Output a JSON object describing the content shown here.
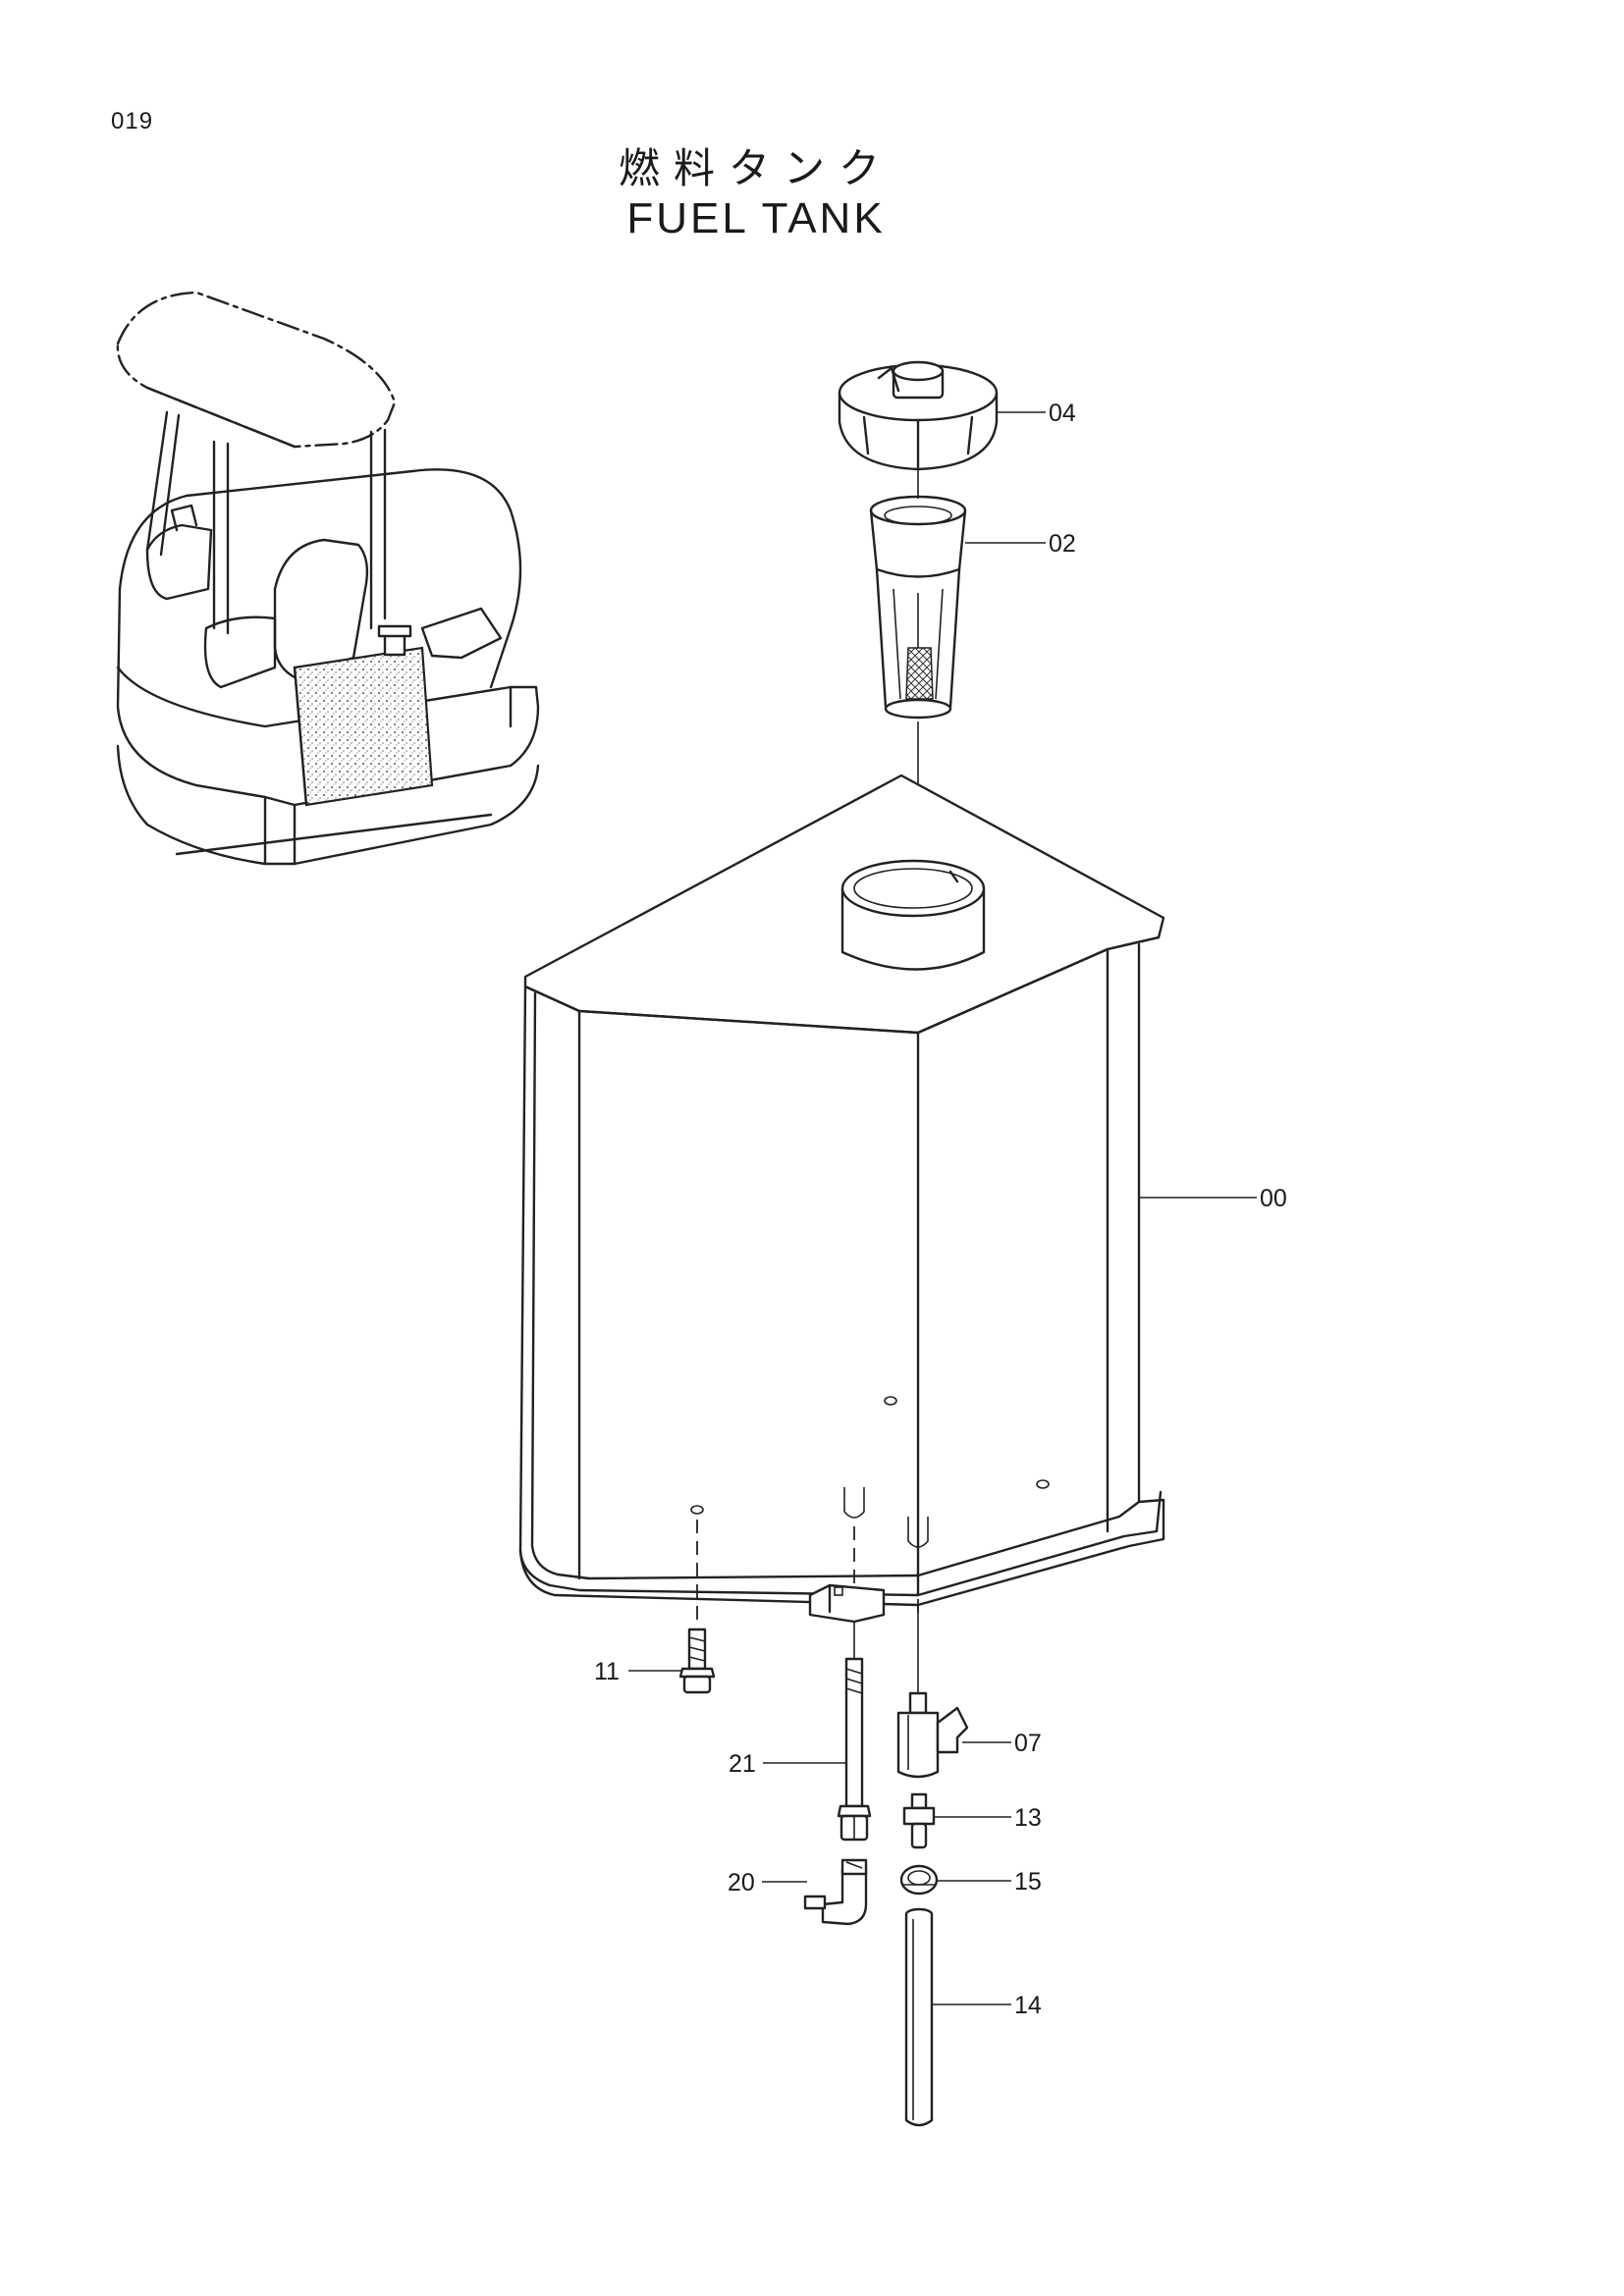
{
  "page_number": "019",
  "title_ja": "燃料タンク",
  "title_en": "FUEL TANK",
  "parts": {
    "p04": "04",
    "p02": "02",
    "p00": "00",
    "p11": "11",
    "p07": "07",
    "p21": "21",
    "p13": "13",
    "p20": "20",
    "p15": "15",
    "p14": "14"
  }
}
